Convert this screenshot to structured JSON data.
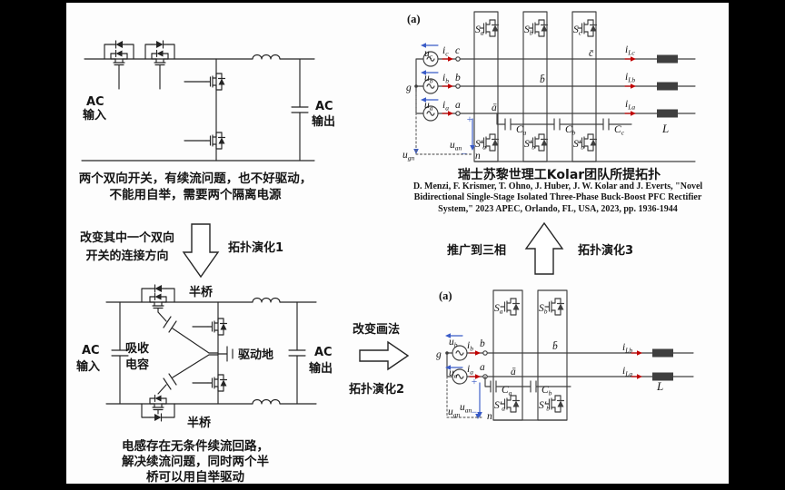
{
  "colors": {
    "blue": "#3a5bc7",
    "red": "#c00000",
    "ink": "#1a1a1a",
    "panel": "#fdfdfd"
  },
  "tl": {
    "ac_in_1": "AC",
    "ac_in_2": "输入",
    "ac_out_1": "AC",
    "ac_out_2": "输出",
    "caption_1": "两个双向开关，有续流问题，也不好驱动，",
    "caption_2": "不能用自举，需要两个隔离电源"
  },
  "evo1": {
    "desc_1": "改变其中一个双向",
    "desc_2": "开关的连接方向",
    "tag": "拓扑演化1"
  },
  "evo2": {
    "desc": "改变画法",
    "tag": "拓扑演化2"
  },
  "evo3": {
    "desc": "推广到三相",
    "tag": "拓扑演化3"
  },
  "tr": {
    "tag": "(a)",
    "g": "g",
    "n": "n",
    "plus": "+",
    "minus": "−",
    "L": "L",
    "phases": [
      {
        "u": "u",
        "usub": "c",
        "i": "i",
        "isub": "c",
        "node": "c"
      },
      {
        "u": "u",
        "usub": "b",
        "i": "i",
        "isub": "b",
        "node": "b"
      },
      {
        "u": "u",
        "usub": "a",
        "i": "i",
        "isub": "a",
        "node": "a"
      }
    ],
    "bars": {
      "a": "ā",
      "b": "b̄",
      "c": "c̄"
    },
    "legs": [
      {
        "s": "S",
        "ssub": "a",
        "sp": "S′",
        "spsub": "a",
        "c": "C",
        "csub": "a"
      },
      {
        "s": "S",
        "ssub": "b",
        "sp": "S′",
        "spsub": "b",
        "c": "C",
        "csub": "b"
      },
      {
        "s": "S",
        "ssub": "c",
        "sp": "S′",
        "spsub": "b",
        "c": "C",
        "csub": "c"
      }
    ],
    "iL": [
      {
        "base": "i",
        "sub": "Lc"
      },
      {
        "base": "i",
        "sub": "Lb"
      },
      {
        "base": "i",
        "sub": "La"
      }
    ],
    "uan": {
      "base": "u",
      "sub": "an"
    },
    "ugn": {
      "base": "u",
      "sub": "gn"
    },
    "caption": "瑞士苏黎世理工Kolar团队所提拓扑",
    "cite_1": "D. Menzi, F. Krismer, T. Ohno, J. Huber, J. W. Kolar and J. Everts, \"Novel",
    "cite_2": "Bidirectional Single-Stage Isolated Three-Phase Buck-Boost PFC Rectifier",
    "cite_3": "System,\" 2023 APEC, Orlando, FL, USA, 2023, pp. 1936-1944"
  },
  "bl": {
    "half_bridge_top": "半桥",
    "half_bridge_bottom": "半桥",
    "absorb_1": "吸收",
    "absorb_2": "电容",
    "drive_ground": "驱动地",
    "ac_in_1": "AC",
    "ac_in_2": "输入",
    "ac_out_1": "AC",
    "ac_out_2": "输出",
    "caption_1": "电感存在无条件续流回路，",
    "caption_2": "解决续流问题，同时两个半",
    "caption_3": "桥可以用自举驱动"
  },
  "br": {
    "tag": "(a)",
    "g": "g",
    "n": "n",
    "plus": "+",
    "minus": "−",
    "L": "L",
    "phases": [
      {
        "u": "u",
        "usub": "b",
        "i": "i",
        "isub": "b",
        "node": "b"
      },
      {
        "u": "u",
        "usub": "a",
        "i": "i",
        "isub": "a",
        "node": "a"
      }
    ],
    "bars": {
      "a": "ā",
      "b": "b̄"
    },
    "legs": [
      {
        "s": "S",
        "ssub": "a",
        "sp": "S′",
        "spsub": "a",
        "c": "C",
        "csub": "a"
      },
      {
        "s": "S",
        "ssub": "b",
        "sp": "S′",
        "spsub": "b",
        "c": "C",
        "csub": "b"
      }
    ],
    "iL": [
      {
        "base": "i",
        "sub": "Lb"
      },
      {
        "base": "i",
        "sub": "La"
      }
    ],
    "uan": {
      "base": "u",
      "sub": "an"
    },
    "ugn": {
      "base": "u",
      "sub": "gn"
    }
  }
}
